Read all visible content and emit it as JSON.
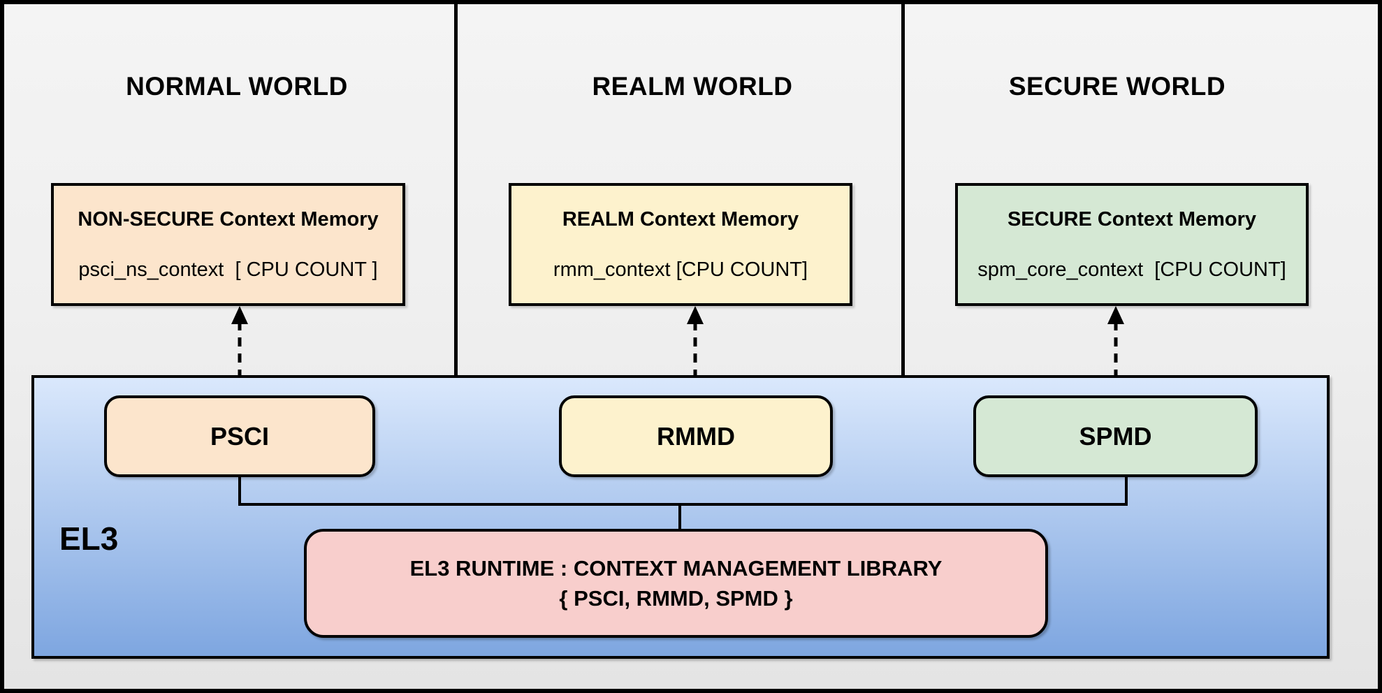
{
  "diagram": {
    "title_hint": "EL3 context management diagram",
    "worlds": [
      {
        "title": "NORMAL WORLD",
        "memory": {
          "title": "NON-SECURE Context Memory",
          "value": "psci_ns_context  [ CPU COUNT ]"
        },
        "module": "PSCI"
      },
      {
        "title": "REALM WORLD",
        "memory": {
          "title": "REALM Context Memory",
          "value": "rmm_context [CPU COUNT]"
        },
        "module": "RMMD"
      },
      {
        "title": "SECURE WORLD",
        "memory": {
          "title": "SECURE Context Memory",
          "value": "spm_core_context  [CPU COUNT]"
        },
        "module": "SPMD"
      }
    ],
    "el3": {
      "label": "EL3",
      "runtime_line1": "EL3 RUNTIME : CONTEXT MANAGEMENT LIBRARY",
      "runtime_line2": "{ PSCI, RMMD, SPMD }"
    },
    "colors": {
      "peach": "#fce5cc",
      "yellow": "#fdf2cd",
      "green": "#d5e8d4",
      "pink": "#f8cecc",
      "el3_gradient_top": "#dae8fc",
      "el3_gradient_bottom": "#7ea6e0",
      "panel_bg": "#f0f0f0",
      "line": "#000000"
    }
  }
}
